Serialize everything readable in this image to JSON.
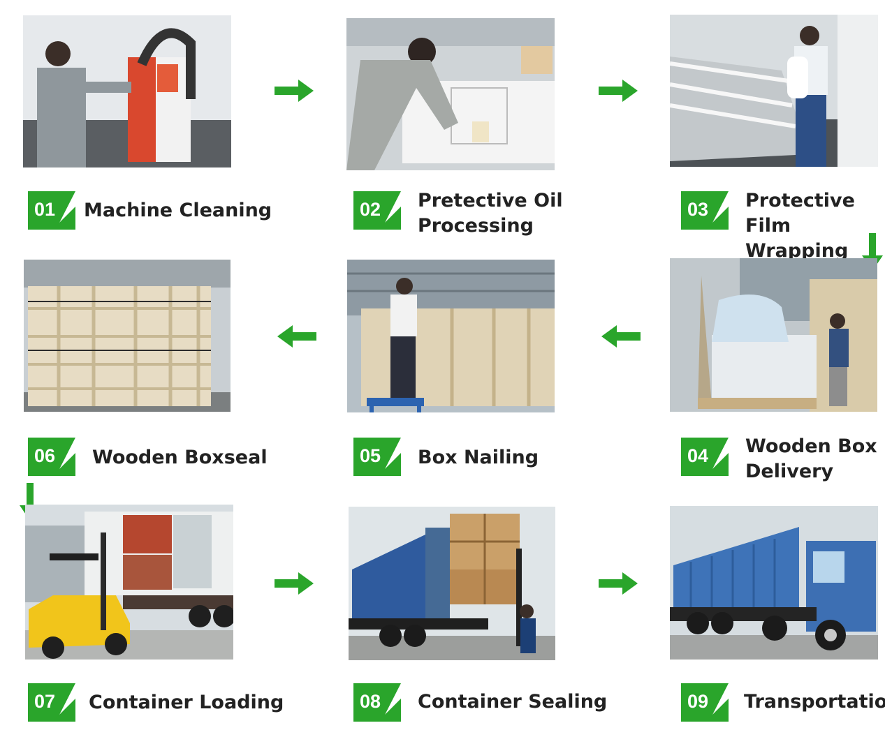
{
  "colors": {
    "accent": "#2aa52b",
    "text": "#222222"
  },
  "steps": [
    {
      "num": "01",
      "label": "Machine Cleaning"
    },
    {
      "num": "02",
      "label": "Pretective Oil\nProcessing"
    },
    {
      "num": "03",
      "label": "Protective Film\nWrapping"
    },
    {
      "num": "04",
      "label": "Wooden Box\nDelivery"
    },
    {
      "num": "05",
      "label": "Box Nailing"
    },
    {
      "num": "06",
      "label": "Wooden Boxseal"
    },
    {
      "num": "07",
      "label": "Container Loading"
    },
    {
      "num": "08",
      "label": "Container Sealing"
    },
    {
      "num": "09",
      "label": "Transportation"
    }
  ],
  "icons": {
    "arrow_right": "arrow-right-icon",
    "arrow_left": "arrow-left-icon",
    "arrow_down": "arrow-down-icon"
  }
}
